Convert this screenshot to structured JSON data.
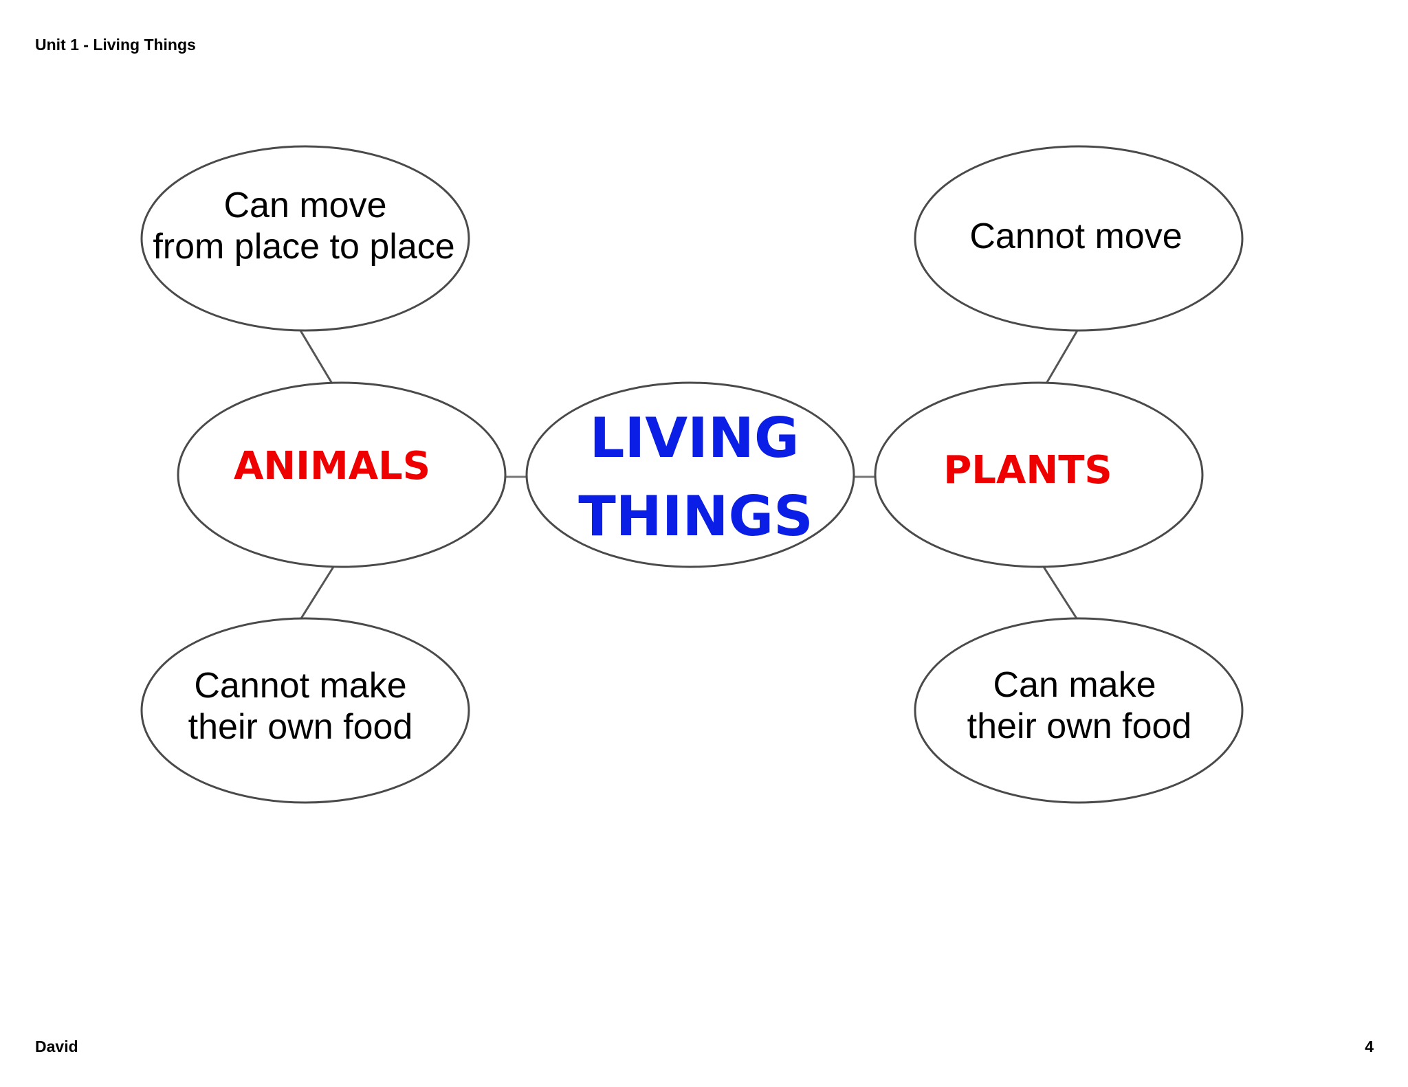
{
  "header": {
    "title": "Unit 1 - Living Things"
  },
  "footer": {
    "author": "David",
    "page_number": "4"
  },
  "mindmap": {
    "center": {
      "line1": "LIVING",
      "line2": "THINGS"
    },
    "animals": {
      "label": "ANIMALS",
      "top": {
        "line1": "Can move",
        "line2": "from place to place"
      },
      "bottom": {
        "line1": "Cannot make",
        "line2": "their own food"
      }
    },
    "plants": {
      "label": "PLANTS",
      "top": {
        "line1": "Cannot move"
      },
      "bottom": {
        "line1": "Can make",
        "line2": "their own food"
      }
    },
    "colors": {
      "center_text": "#0a1ee6",
      "category_text": "#ee0000",
      "leaf_text": "#000000",
      "bubble_outline": "#4a4a4a"
    }
  }
}
